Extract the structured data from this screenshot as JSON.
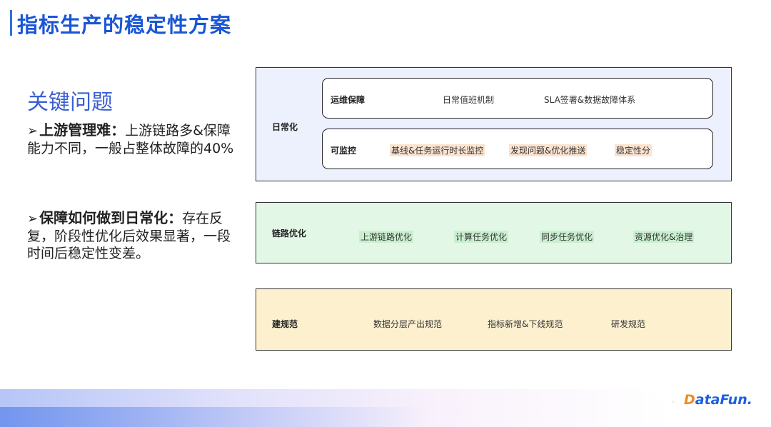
{
  "header": {
    "title": "指标生产的稳定性方案"
  },
  "left": {
    "heading": "关键问题",
    "issues": [
      {
        "arrow": "➢",
        "bold": "上游管理难：",
        "text": "上游链路多&保障能力不同，一般占整体故障的40%"
      },
      {
        "arrow": "➢",
        "bold": "保障如何做到日常化：",
        "text": "存在反复，阶段性优化后效果显著，一段时间后稳定性变差。"
      }
    ]
  },
  "diagram": {
    "daily": {
      "label": "日常化",
      "color": "#edf1fd",
      "rows": [
        {
          "label": "运维保障",
          "items": [
            "日常值班机制",
            "SLA签署&数据故障体系"
          ]
        },
        {
          "label": "可监控",
          "items": [
            "基线&任务运行时长监控",
            "发现问题&优化推送",
            "稳定性分"
          ]
        }
      ]
    },
    "link": {
      "label": "链路优化",
      "color": "#e3f7e6",
      "items": [
        "上游链路优化",
        "计算任务优化",
        "同步任务优化",
        "资源优化&治理"
      ]
    },
    "norms": {
      "label": "建规范",
      "color": "#fdf0cf",
      "items": [
        "数据分层产出规范",
        "指标新增&下线规范",
        "研发规范"
      ]
    }
  },
  "logo": {
    "icon": "datafun-dots-icon",
    "text_a": "D",
    "text_b": "ataFun."
  },
  "colors": {
    "title": "#1a56d6",
    "accent": "#2f6fe0",
    "logo_orange": "#f08c1e"
  }
}
